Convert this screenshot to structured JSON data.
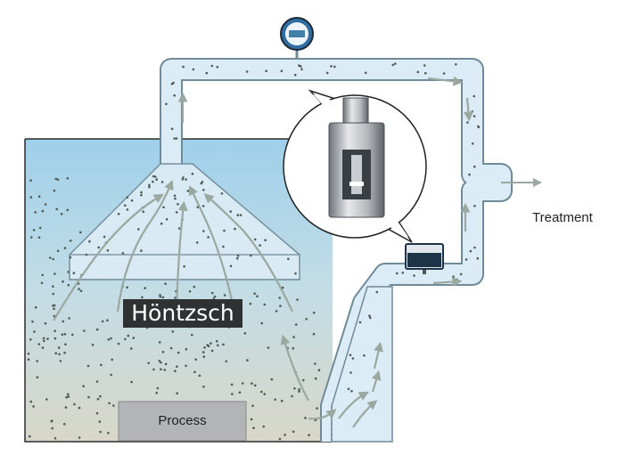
{
  "labels": {
    "treatment": "Treatment",
    "brand": "Höntzsch",
    "process": "Process"
  },
  "colors": {
    "room_top": "#9fd0ea",
    "room_bottom": "#d8d7c8",
    "duct_fill": "#dcecf6",
    "duct_stroke": "#6f8a99",
    "flow_arrow": "#9aa8a0",
    "particle": "#4f5a55",
    "process_box": "#b3b4b7",
    "sensor_dark": "#1d3347",
    "gauge_blue": "#2f6da3"
  },
  "icons": {
    "pressure_gauge": "pressure-gauge-icon",
    "flow_sensor": "flow-sensor-icon",
    "sensor_magnified": "vortex-sensor-icon"
  }
}
